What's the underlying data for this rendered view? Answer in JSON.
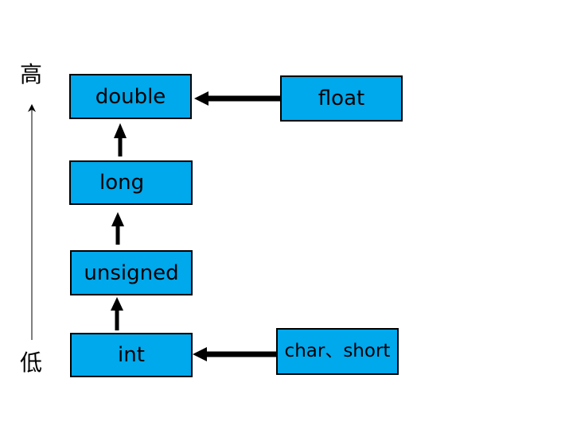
{
  "axis": {
    "high_label": "高",
    "low_label": "低"
  },
  "nodes": {
    "double": "double",
    "float": "float",
    "long": "long",
    "unsigned": "unsigned",
    "int": "int",
    "char_short": "char、short"
  },
  "colors": {
    "node_fill": "#00a8ec",
    "node_border": "#000000",
    "arrow": "#000000"
  }
}
